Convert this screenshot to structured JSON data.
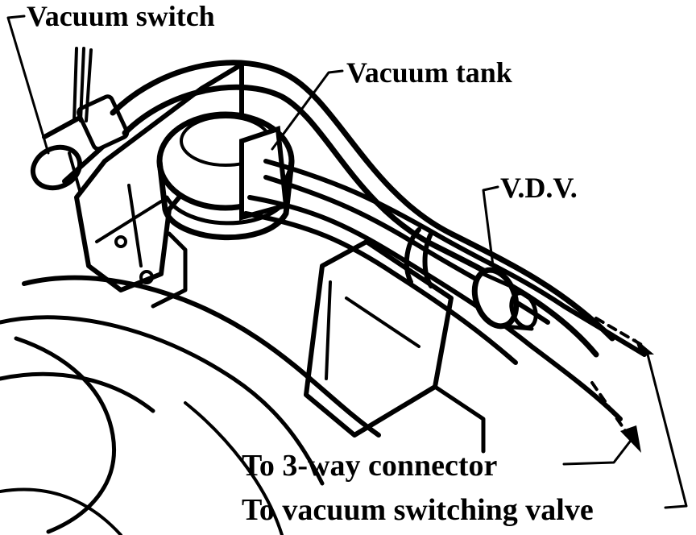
{
  "labels": {
    "vacuum_switch": "Vacuum switch",
    "vacuum_tank": "Vacuum tank",
    "vdv": "V.D.V.",
    "to_3way": "To 3-way connector",
    "to_switching_valve": "To vacuum switching valve"
  },
  "colors": {
    "ink": "#000000",
    "paper": "#ffffff"
  }
}
